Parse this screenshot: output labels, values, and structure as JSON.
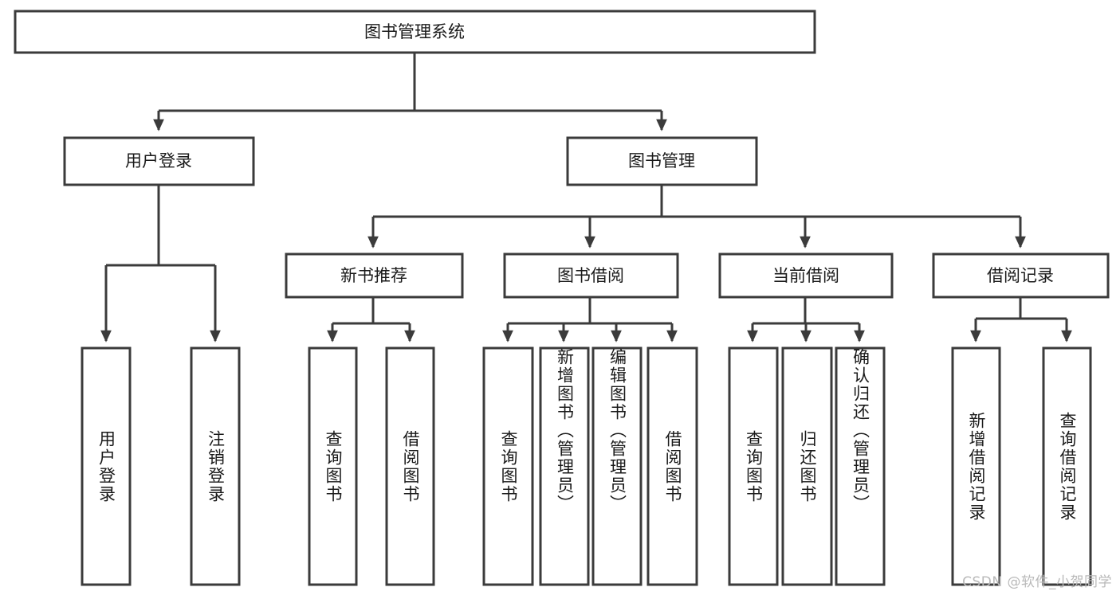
{
  "diagram": {
    "title": "图书管理系统",
    "type": "tree-hierarchy-diagram",
    "colors": {
      "stroke": "#3b3b3b",
      "fill": "#ffffff",
      "text": "#1a1a1a",
      "watermark": "#b9b9b9"
    },
    "watermark": "CSDN @软件_小贺同学",
    "nodes": {
      "root": {
        "label": "图书管理系统"
      },
      "level2": [
        {
          "label": "用户登录"
        },
        {
          "label": "图书管理"
        }
      ],
      "level3": [
        {
          "label": "新书推荐"
        },
        {
          "label": "图书借阅"
        },
        {
          "label": "当前借阅"
        },
        {
          "label": "借阅记录"
        }
      ],
      "leaves": {
        "user_login": [
          {
            "label": "用户登录"
          },
          {
            "label": "注销登录"
          }
        ],
        "new_book_recommend": [
          {
            "label": "查询图书"
          },
          {
            "label": "借阅图书"
          }
        ],
        "book_borrow": [
          {
            "label": "查询图书"
          },
          {
            "label": "新增图书（管理员）"
          },
          {
            "label": "编辑图书（管理员）"
          },
          {
            "label": "借阅图书"
          }
        ],
        "current_borrow": [
          {
            "label": "查询图书"
          },
          {
            "label": "归还图书"
          },
          {
            "label": "确认归还（管理员）"
          }
        ],
        "borrow_record": [
          {
            "label": "新增借阅记录"
          },
          {
            "label": "查询借阅记录"
          }
        ]
      }
    }
  }
}
